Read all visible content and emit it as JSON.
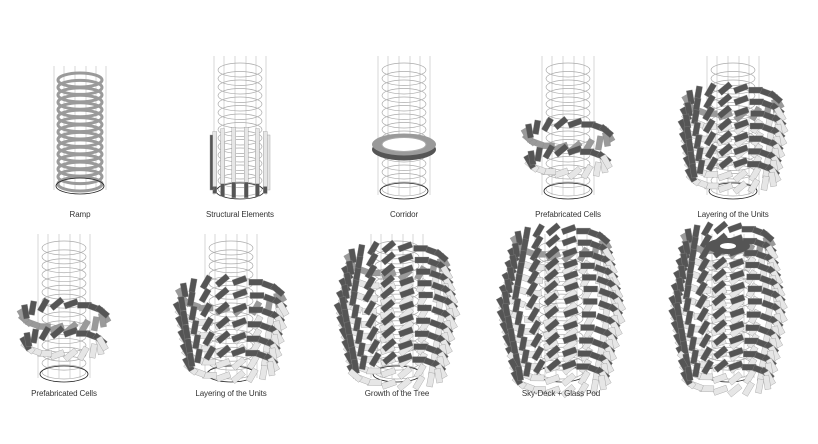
{
  "panels": [
    {
      "label": "Ramp"
    },
    {
      "label": "Structural Elements"
    },
    {
      "label": "Corridor"
    },
    {
      "label": "Prefabricated Cells"
    },
    {
      "label": "Layering of the Units"
    },
    {
      "label": "Prefabricated Cells"
    },
    {
      "label": "Layering of the Units"
    },
    {
      "label": "Growth of the Tree"
    },
    {
      "label": "Sky-Deck + Glass Pod"
    },
    {
      "label": ""
    }
  ],
  "colors": {
    "dark": "#555555",
    "mid": "#9a9a9a",
    "light": "#e6e6e6",
    "line": "#bdbdbd"
  }
}
